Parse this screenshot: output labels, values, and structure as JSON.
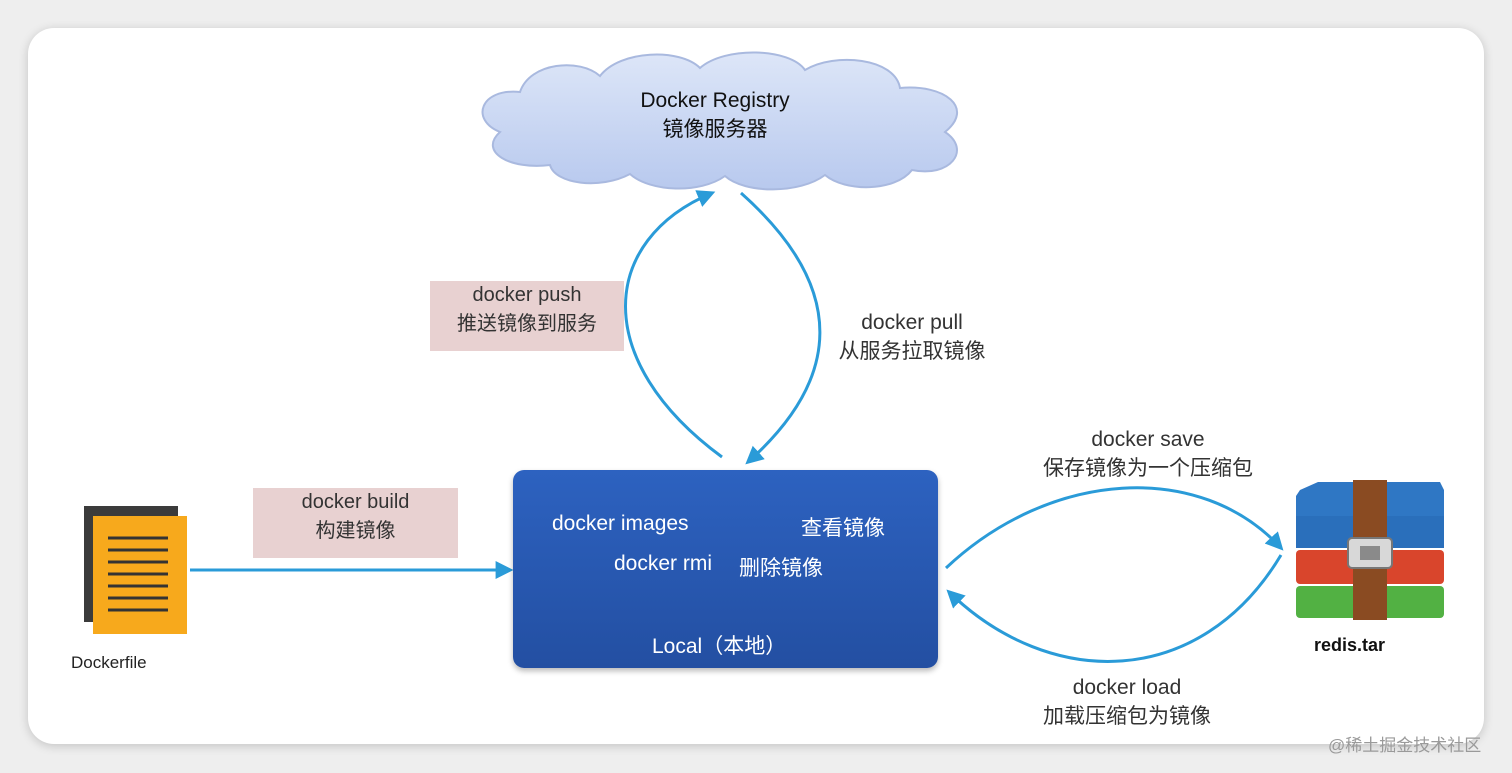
{
  "registry": {
    "title": "Docker Registry",
    "subtitle": "镜像服务器"
  },
  "push": {
    "command": "docker push",
    "desc": "推送镜像到服务"
  },
  "pull": {
    "command": "docker pull",
    "desc": "从服务拉取镜像"
  },
  "build": {
    "command": "docker build",
    "desc": "构建镜像"
  },
  "save": {
    "command": "docker save",
    "desc": "保存镜像为一个压缩包"
  },
  "load": {
    "command": "docker load",
    "desc": "加载压缩包为镜像"
  },
  "local": {
    "images_cmd": "docker images",
    "images_desc": "查看镜像",
    "rmi_cmd": "docker rmi",
    "rmi_desc": "删除镜像",
    "label": "Local（本地）"
  },
  "dockerfile": {
    "label": "Dockerfile",
    "icon": "document-icon"
  },
  "archive": {
    "label": "redis.tar",
    "icon": "winrar-archive-icon"
  },
  "watermark": "@稀土掘金技术社区",
  "colors": {
    "arrow": "#2a9bd8",
    "local_box": "#2857b0",
    "tag_bg": "#e8d1d1",
    "cloud": "#c9d6f3"
  }
}
